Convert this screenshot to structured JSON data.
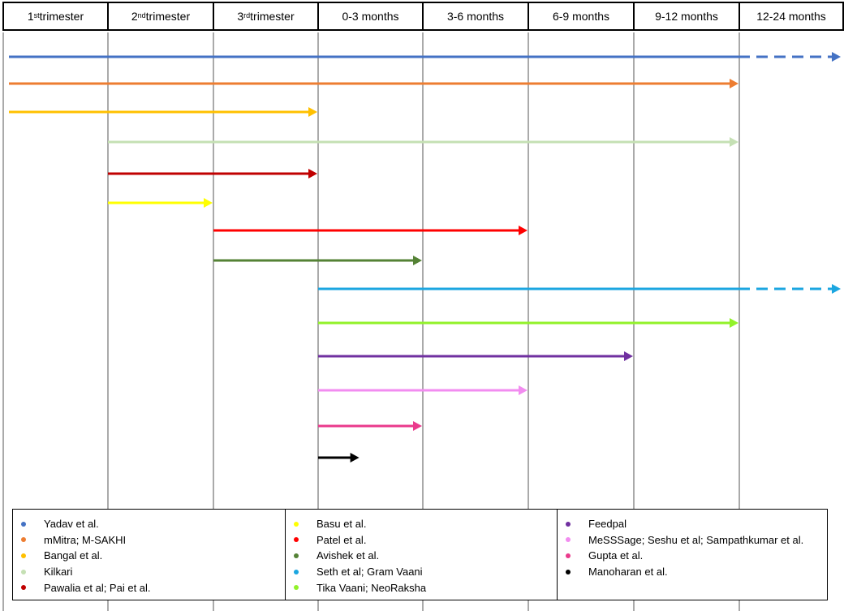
{
  "periods": [
    {
      "pre": "1",
      "sup": "st",
      "post": " trimester"
    },
    {
      "pre": "2",
      "sup": "nd",
      "post": " trimester"
    },
    {
      "pre": "3",
      "sup": "rd",
      "post": " trimester"
    },
    {
      "pre": "0-3 months",
      "sup": "",
      "post": ""
    },
    {
      "pre": "3-6 months",
      "sup": "",
      "post": ""
    },
    {
      "pre": "6-9 months",
      "sup": "",
      "post": ""
    },
    {
      "pre": "9-12 months",
      "sup": "",
      "post": ""
    },
    {
      "pre": "12-24 months",
      "sup": "",
      "post": ""
    }
  ],
  "programs": [
    {
      "label": "Yadav et al.",
      "color": "#4472C4",
      "start": 0,
      "end": 7,
      "continues": true
    },
    {
      "label": "mMitra; M-SAKHI",
      "color": "#ED7D31",
      "start": 0,
      "end": 7,
      "continues": false
    },
    {
      "label": "Bangal et al.",
      "color": "#FFC000",
      "start": 0,
      "end": 3,
      "continues": false
    },
    {
      "label": "Kilkari",
      "color": "#C5E0B4",
      "start": 1,
      "end": 7,
      "continues": false
    },
    {
      "label": "Pawalia et al; Pai et al.",
      "color": "#C00000",
      "start": 1,
      "end": 3,
      "continues": false
    },
    {
      "label": "Basu et al.",
      "color": "#FFFF00",
      "start": 1,
      "end": 2,
      "continues": false
    },
    {
      "label": "Patel et al.",
      "color": "#FF0000",
      "start": 2,
      "end": 5,
      "continues": false
    },
    {
      "label": "Avishek et al.",
      "color": "#548235",
      "start": 2,
      "end": 4,
      "continues": false
    },
    {
      "label": "Seth et al; Gram Vaani",
      "color": "#1BA6E0",
      "start": 3,
      "end": 7,
      "continues": true
    },
    {
      "label": "Tika Vaani; NeoRaksha",
      "color": "#92F22A",
      "start": 3,
      "end": 7,
      "continues": false
    },
    {
      "label": "Feedpal",
      "color": "#7030A0",
      "start": 3,
      "end": 6,
      "continues": false
    },
    {
      "label": "MeSSSage; Seshu et al; Sampathkumar et al.",
      "color": "#F28CF0",
      "start": 3,
      "end": 5,
      "continues": false
    },
    {
      "label": "Gupta et al.",
      "color": "#EA3A8C",
      "start": 3,
      "end": 4,
      "continues": false
    },
    {
      "label": "Manoharan et al.",
      "color": "#000000",
      "start": 3,
      "end": 3.4,
      "continues": false
    }
  ]
}
